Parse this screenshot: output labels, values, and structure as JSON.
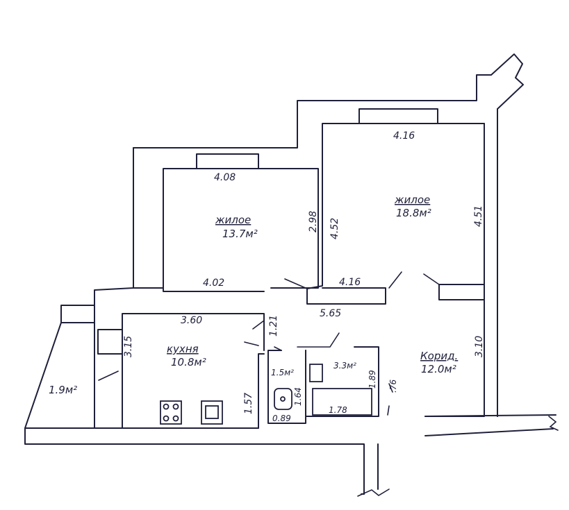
{
  "rooms": {
    "living1": {
      "name": "жилое",
      "area": "13.7м²"
    },
    "living2": {
      "name": "жилое",
      "area": "18.8м²"
    },
    "kitchen": {
      "name": "кухня",
      "area": "10.8м²"
    },
    "corridor": {
      "name": "Корид.",
      "area": "12.0м²"
    },
    "balcony": {
      "area": "1.9м²"
    },
    "wc": {
      "area": "1.5м²"
    },
    "bath": {
      "area": "3.3м²"
    }
  },
  "dims": {
    "living1_top": "4.08",
    "living1_bottom": "4.02",
    "living1_right": "2.98",
    "living2_top": "4.16",
    "living2_left": "4.52",
    "living2_right": "4.51",
    "living2_bottom": "4.16",
    "kitchen_top": "3.60",
    "kitchen_left": "3.15",
    "kitchen_right": "1.57",
    "hall_width": "5.65",
    "partition_1": "1.21",
    "wc_height": "1.64",
    "wc_width": "0.89",
    "bath_width": "1.78",
    "bath_height": "1.89",
    "corridor_depth": "3.10",
    "side_dim": ".76"
  }
}
